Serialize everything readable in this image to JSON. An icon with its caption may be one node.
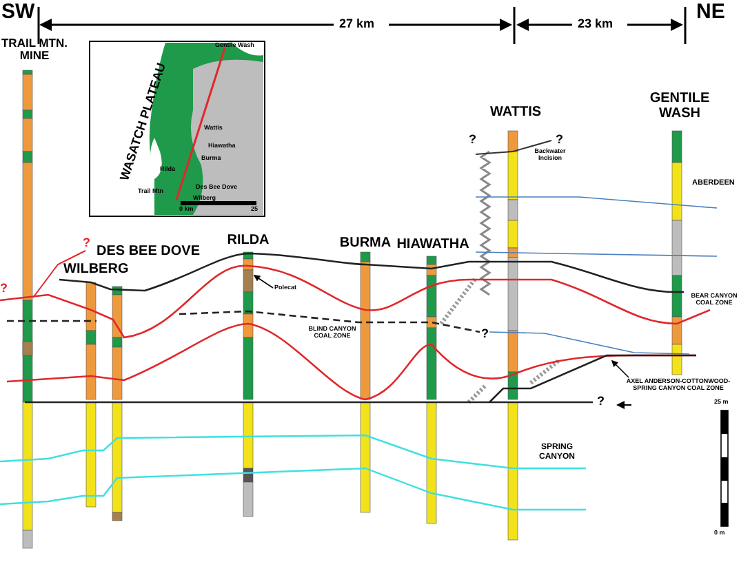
{
  "diagram": {
    "nodes": [
      {
        "text": [
          "Polecat"
        ]
      },
      {
        "text": [
          "AXEL ANDERSON-COTTONWOOD-SPRING CANYON COAL ZONE"
        ]
      }
    ],
    "edges": [
      {
        "from": 0,
        "to": null,
        "arrow": "to"
      },
      {
        "from": 1,
        "to": null,
        "arrow": "to"
      }
    ],
    "labels": [
      "SW",
      "27 km",
      "23 km",
      "NE",
      "TRAIL MTN. MINE",
      "WASATCH PLATEAU",
      "Gentile Wash",
      "Wattis",
      "Hiawatha",
      "Burma",
      "Rilda",
      "Trail Mtn",
      "Des Bee Dove",
      "Wilberg",
      "0 km",
      "25",
      "WATTIS",
      "?",
      "?",
      "Backwater Incision",
      "GENTILE WASH",
      "ABERDEEN",
      "?",
      "DES BEE DOVE",
      "WILBERG",
      "RILDA",
      "BURMA",
      "HIAWATHA",
      "?",
      "BLIND CANYON COAL ZONE",
      "BEAR CANYON COAL ZONE",
      "?",
      "?",
      "SPRING CANYON",
      "25 m",
      "0 m"
    ]
  }
}
